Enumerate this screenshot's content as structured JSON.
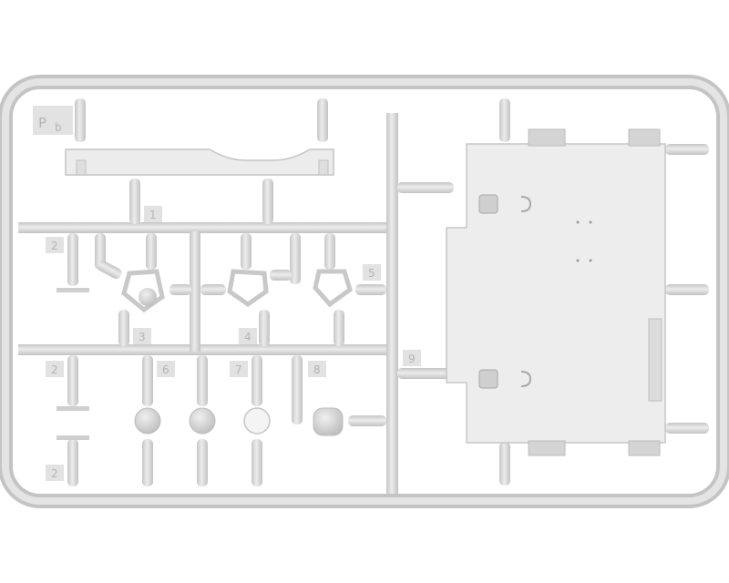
{
  "sprue": {
    "letter_P": "P",
    "letter_b": "b"
  },
  "part_numbers": {
    "n1": "1",
    "n2a": "2",
    "n2b": "2",
    "n2c": "2",
    "n3": "3",
    "n4": "4",
    "n5": "5",
    "n6": "6",
    "n7": "7",
    "n8": "8",
    "n9": "9"
  },
  "colors": {
    "plastic": "#dadada",
    "plastic_light": "#ebebeb",
    "plastic_shadow": "#b9b9b9",
    "background": "#ffffff"
  }
}
